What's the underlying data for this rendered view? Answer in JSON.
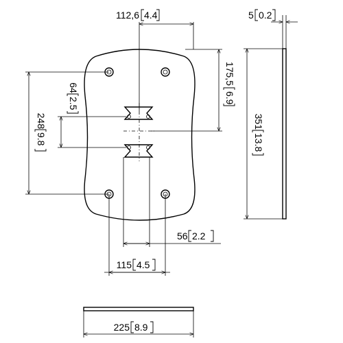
{
  "dimensions": {
    "center_spacing": {
      "mm": "112,6",
      "inch": "4.4"
    },
    "plate_thickness": {
      "mm": "5",
      "inch": "0.2"
    },
    "upper_slot_offset": {
      "mm": "175,5",
      "inch": "6.9"
    },
    "slot_spacing": {
      "mm": "64",
      "inch": "2.5"
    },
    "hole_vertical_spacing": {
      "mm": "248",
      "inch": "9.8"
    },
    "plate_height": {
      "mm": "351",
      "inch": "13.8"
    },
    "slot_width": {
      "mm": "56",
      "inch": "2.2"
    },
    "hole_horizontal_spacing": {
      "mm": "115",
      "inch": "4.5"
    },
    "plate_width": {
      "mm": "225",
      "inch": "8.9"
    }
  }
}
